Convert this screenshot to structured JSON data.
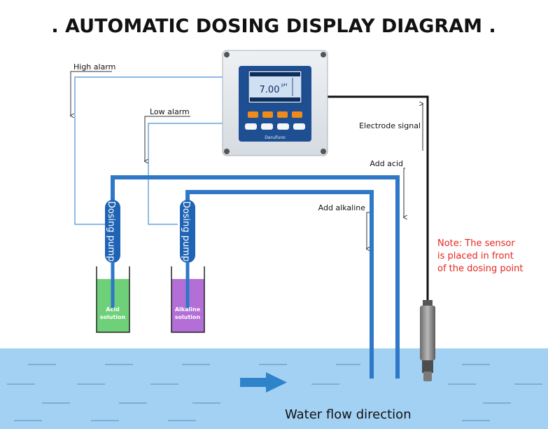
{
  "title": ". AUTOMATIC DOSING DISPLAY DIAGRAM .",
  "labels": {
    "high_alarm": "High alarm",
    "low_alarm": "Low alarm",
    "electrode_signal": "Electrode signal",
    "add_acid": "Add acid",
    "add_alkaline": "Add alkaline",
    "pump_left": "Dosing pump",
    "pump_right": "Dosing pump",
    "acid_line1": "Acid",
    "acid_line2": "solution",
    "alkaline_line1": "Alkaline",
    "alkaline_line2": "solution",
    "water_flow": "Water flow direction"
  },
  "note": {
    "line1": "Note: The sensor",
    "line2": "is placed in front",
    "line3": "of the dosing point"
  },
  "controller": {
    "reading": "7.00",
    "unit": "pH",
    "brand": "Daruifuno"
  },
  "colors": {
    "pipe": "#2e78c7",
    "water": "#9fcff3",
    "acid_fill": "#6fd07a",
    "alkaline_fill": "#b36fd6",
    "note_text": "#e5261f",
    "arrow": "#2980c8"
  }
}
